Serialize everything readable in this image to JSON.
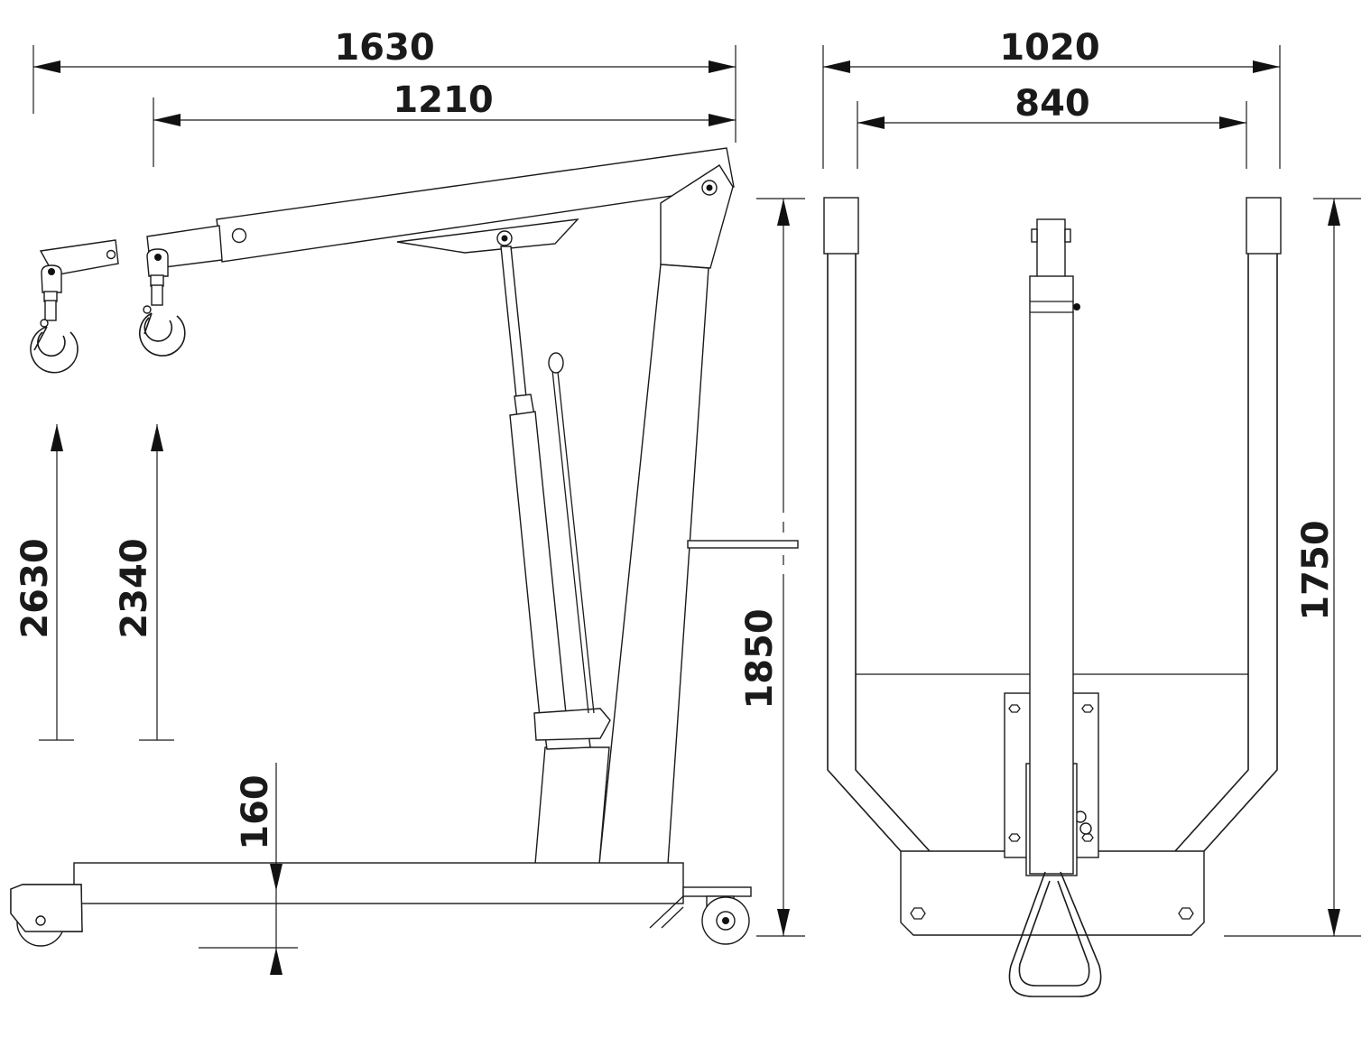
{
  "dimensions": {
    "side_total_length": "1630",
    "side_boom_length": "1210",
    "side_height_max_hook": "2630",
    "side_height_hook_retracted": "2340",
    "side_frame_height": "1850",
    "side_leg_clearance": "160",
    "front_outer_width": "1020",
    "front_inner_width": "840",
    "front_height": "1750"
  }
}
